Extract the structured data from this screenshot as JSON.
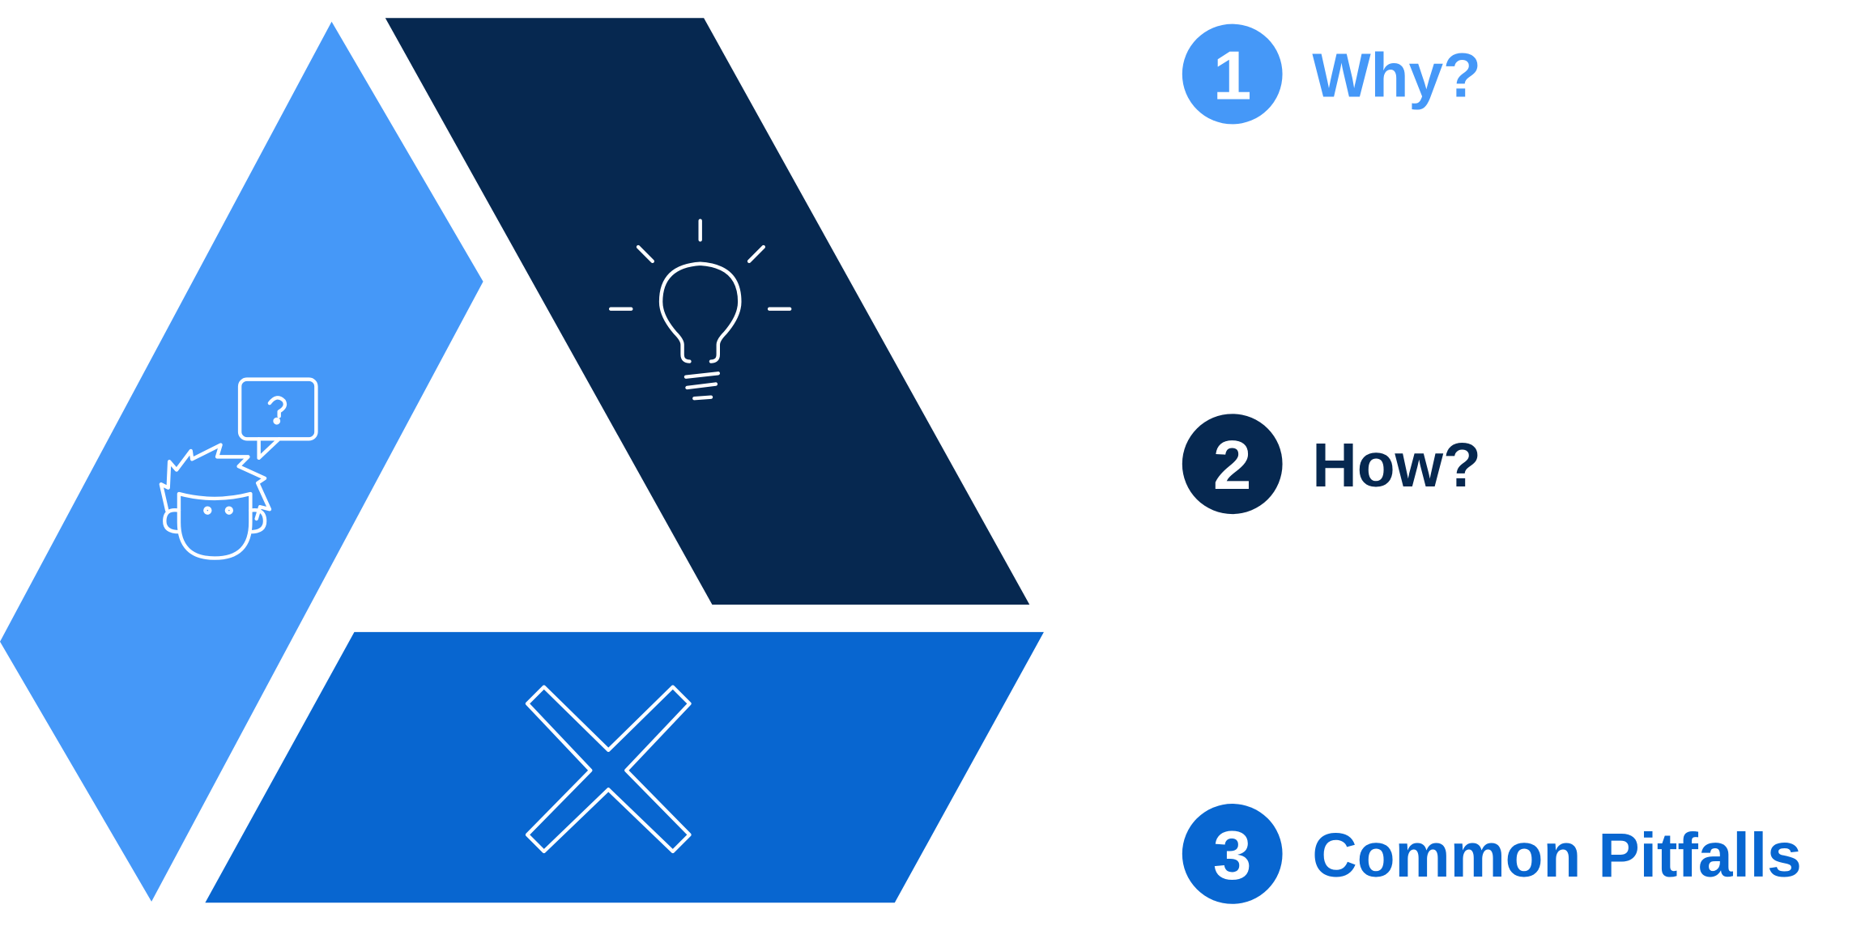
{
  "items": [
    {
      "number": "1",
      "label": "Why?",
      "color": "#4598F8",
      "icon": "confused-person-icon"
    },
    {
      "number": "2",
      "label": "How?",
      "color": "#062850",
      "icon": "lightbulb-icon"
    },
    {
      "number": "3",
      "label": "Common Pitfalls",
      "color": "#0866D0",
      "icon": "x-icon"
    }
  ]
}
